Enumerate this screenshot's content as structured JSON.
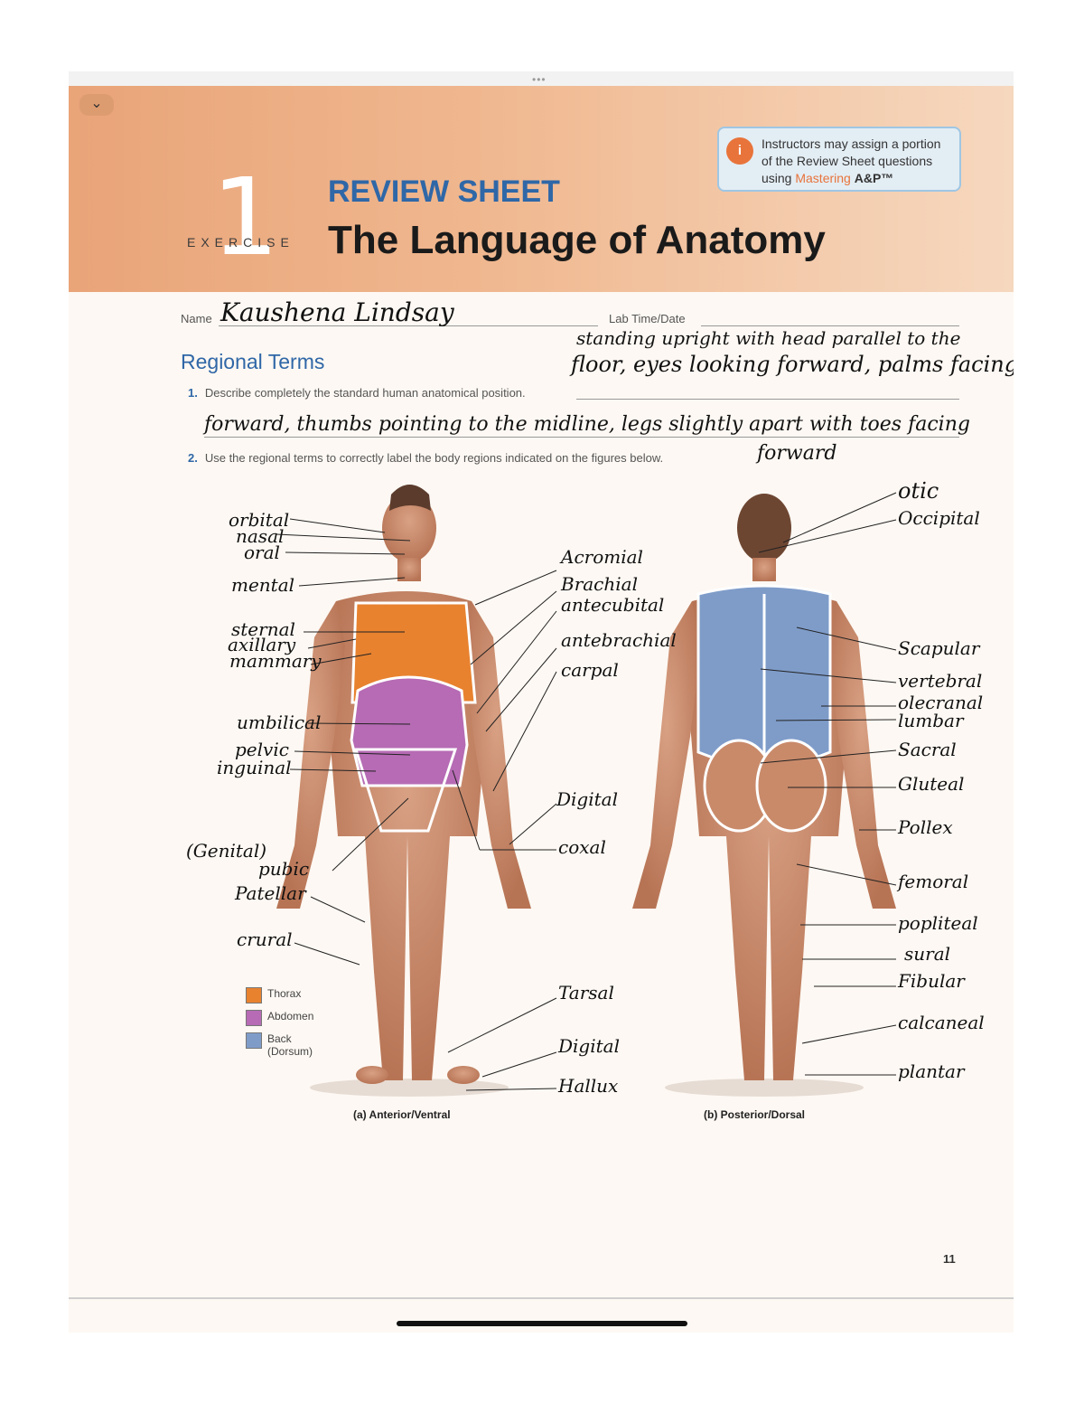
{
  "window": {
    "dots": "•••",
    "back_icon": "chevron-down-icon"
  },
  "header": {
    "exercise_number": "1",
    "exercise_label": "EXERCISE",
    "review_title": "REVIEW SHEET",
    "title": "The Language of Anatomy",
    "instructor_note_line1": "Instructors may assign a portion",
    "instructor_note_line2": "of the Review Sheet questions",
    "instructor_note_prefix": "using",
    "mastering": "Mastering",
    "ap": "A&P™"
  },
  "form": {
    "name_label": "Name",
    "name_value": "Kaushena Lindsay",
    "lab_label": "Lab Time/Date",
    "answer1_line1": "standing upright with head parallel to the",
    "answer1_line2": "floor, eyes looking forward, palms facing",
    "answer1_line3": "forward, thumbs pointing to the midline, legs slightly apart with toes facing",
    "answer1_line4": "forward"
  },
  "section": {
    "heading": "Regional Terms"
  },
  "questions": [
    {
      "number": "1.",
      "text": "Describe completely the standard human anatomical position."
    },
    {
      "number": "2.",
      "text": "Use the regional terms to correctly label the body regions indicated on the figures below."
    }
  ],
  "labels_anterior_left": [
    "orbital",
    "nasal",
    "oral",
    "mental",
    "sternal",
    "axillary",
    "mammary",
    "umbilical",
    "pelvic",
    "inguinal",
    "(Genital)",
    "pubic",
    "Patellar",
    "crural"
  ],
  "labels_anterior_right": [
    "Acromial",
    "Brachial",
    "antecubital",
    "antebrachial",
    "carpal",
    "Digital",
    "coxal",
    "Tarsal",
    "Digital",
    "Hallux"
  ],
  "labels_posterior_right": [
    "otic",
    "Occipital",
    "Scapular",
    "vertebral",
    "olecranal",
    "lumbar",
    "Sacral",
    "Gluteal",
    "Pollex",
    "femoral",
    "popliteal",
    "sural",
    "Fibular",
    "calcaneal",
    "plantar"
  ],
  "legend": [
    {
      "label": "Thorax",
      "color": "#e8822f"
    },
    {
      "label": "Abdomen",
      "color": "#b66bb4"
    },
    {
      "label": "Back (Dorsum)",
      "color": "#7f9cc9"
    }
  ],
  "captions": {
    "anterior": "(a) Anterior/Ventral",
    "posterior": "(b) Posterior/Dorsal"
  },
  "page_number": "11"
}
